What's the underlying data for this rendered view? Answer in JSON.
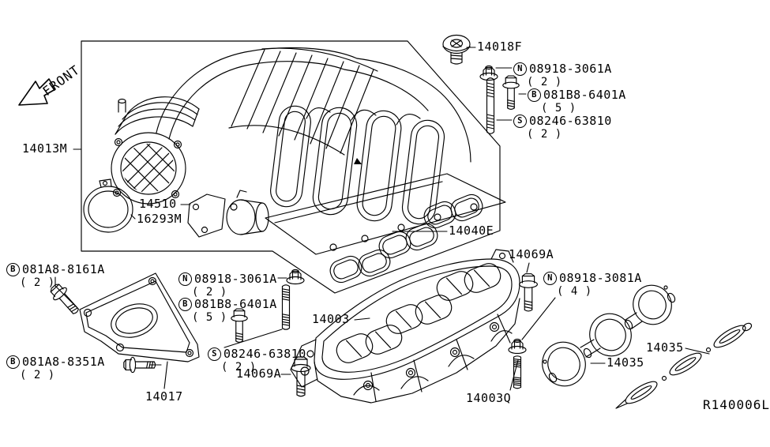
{
  "front_label": "FRONT",
  "drawing_ref": "R140006L",
  "colors": {
    "ink": "#000000",
    "background": "#ffffff"
  },
  "labels": [
    {
      "id": "14013M",
      "text": "14013M"
    },
    {
      "id": "14510",
      "text": "14510"
    },
    {
      "id": "16293M",
      "text": "16293M"
    },
    {
      "id": "14040E",
      "text": "14040E"
    },
    {
      "id": "14018F",
      "text": "14018F"
    },
    {
      "id": "N-08918-3061A-upper",
      "circle": "N",
      "text": "08918-3061A",
      "qty": "( 2 )"
    },
    {
      "id": "B-081B8-6401A-upper",
      "circle": "B",
      "text": "081B8-6401A",
      "qty": "( 5 )"
    },
    {
      "id": "S-08246-63810-upper",
      "circle": "S",
      "text": "08246-63810",
      "qty": "( 2 )"
    },
    {
      "id": "B-081A8-8161A",
      "circle": "B",
      "text": "081A8-8161A",
      "qty": "( 2 )"
    },
    {
      "id": "N-08918-3061A-left",
      "circle": "N",
      "text": "08918-3061A",
      "qty": "( 2 )"
    },
    {
      "id": "B-081B8-6401A-left",
      "circle": "B",
      "text": "081B8-6401A",
      "qty": "( 5 )"
    },
    {
      "id": "S-08246-63810-left",
      "circle": "S",
      "text": "08246-63810",
      "qty": "( 2 )"
    },
    {
      "id": "14069A-left",
      "text": "14069A"
    },
    {
      "id": "B-081A8-8351A",
      "circle": "B",
      "text": "081A8-8351A",
      "qty": "( 2 )"
    },
    {
      "id": "14017",
      "text": "14017"
    },
    {
      "id": "14003",
      "text": "14003"
    },
    {
      "id": "14069A-right",
      "text": "14069A"
    },
    {
      "id": "N-08918-3081A",
      "circle": "N",
      "text": "08918-3081A",
      "qty": "( 4 )"
    },
    {
      "id": "14035-front",
      "text": "14035"
    },
    {
      "id": "14035-edge",
      "text": "14035"
    },
    {
      "id": "14003Q",
      "text": "14003Q"
    }
  ]
}
